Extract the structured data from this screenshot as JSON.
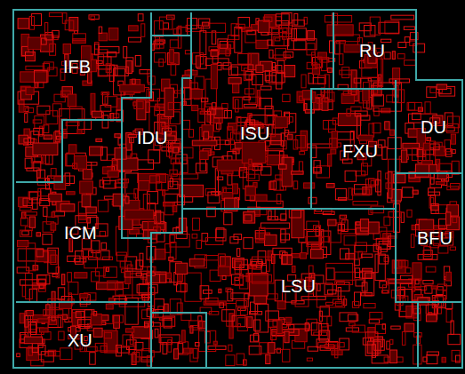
{
  "diagram": {
    "nodes": [
      {
        "text": [
          "IFB"
        ]
      },
      {
        "text": [
          "RU"
        ]
      },
      {
        "text": [
          "DU"
        ]
      },
      {
        "text": [
          "IDU"
        ]
      },
      {
        "text": [
          "ISU"
        ]
      },
      {
        "text": [
          "FXU"
        ]
      },
      {
        "text": [
          "BFU"
        ]
      },
      {
        "text": [
          "ICM"
        ]
      },
      {
        "text": [
          "LSU"
        ]
      },
      {
        "text": [
          "XU"
        ]
      }
    ]
  }
}
